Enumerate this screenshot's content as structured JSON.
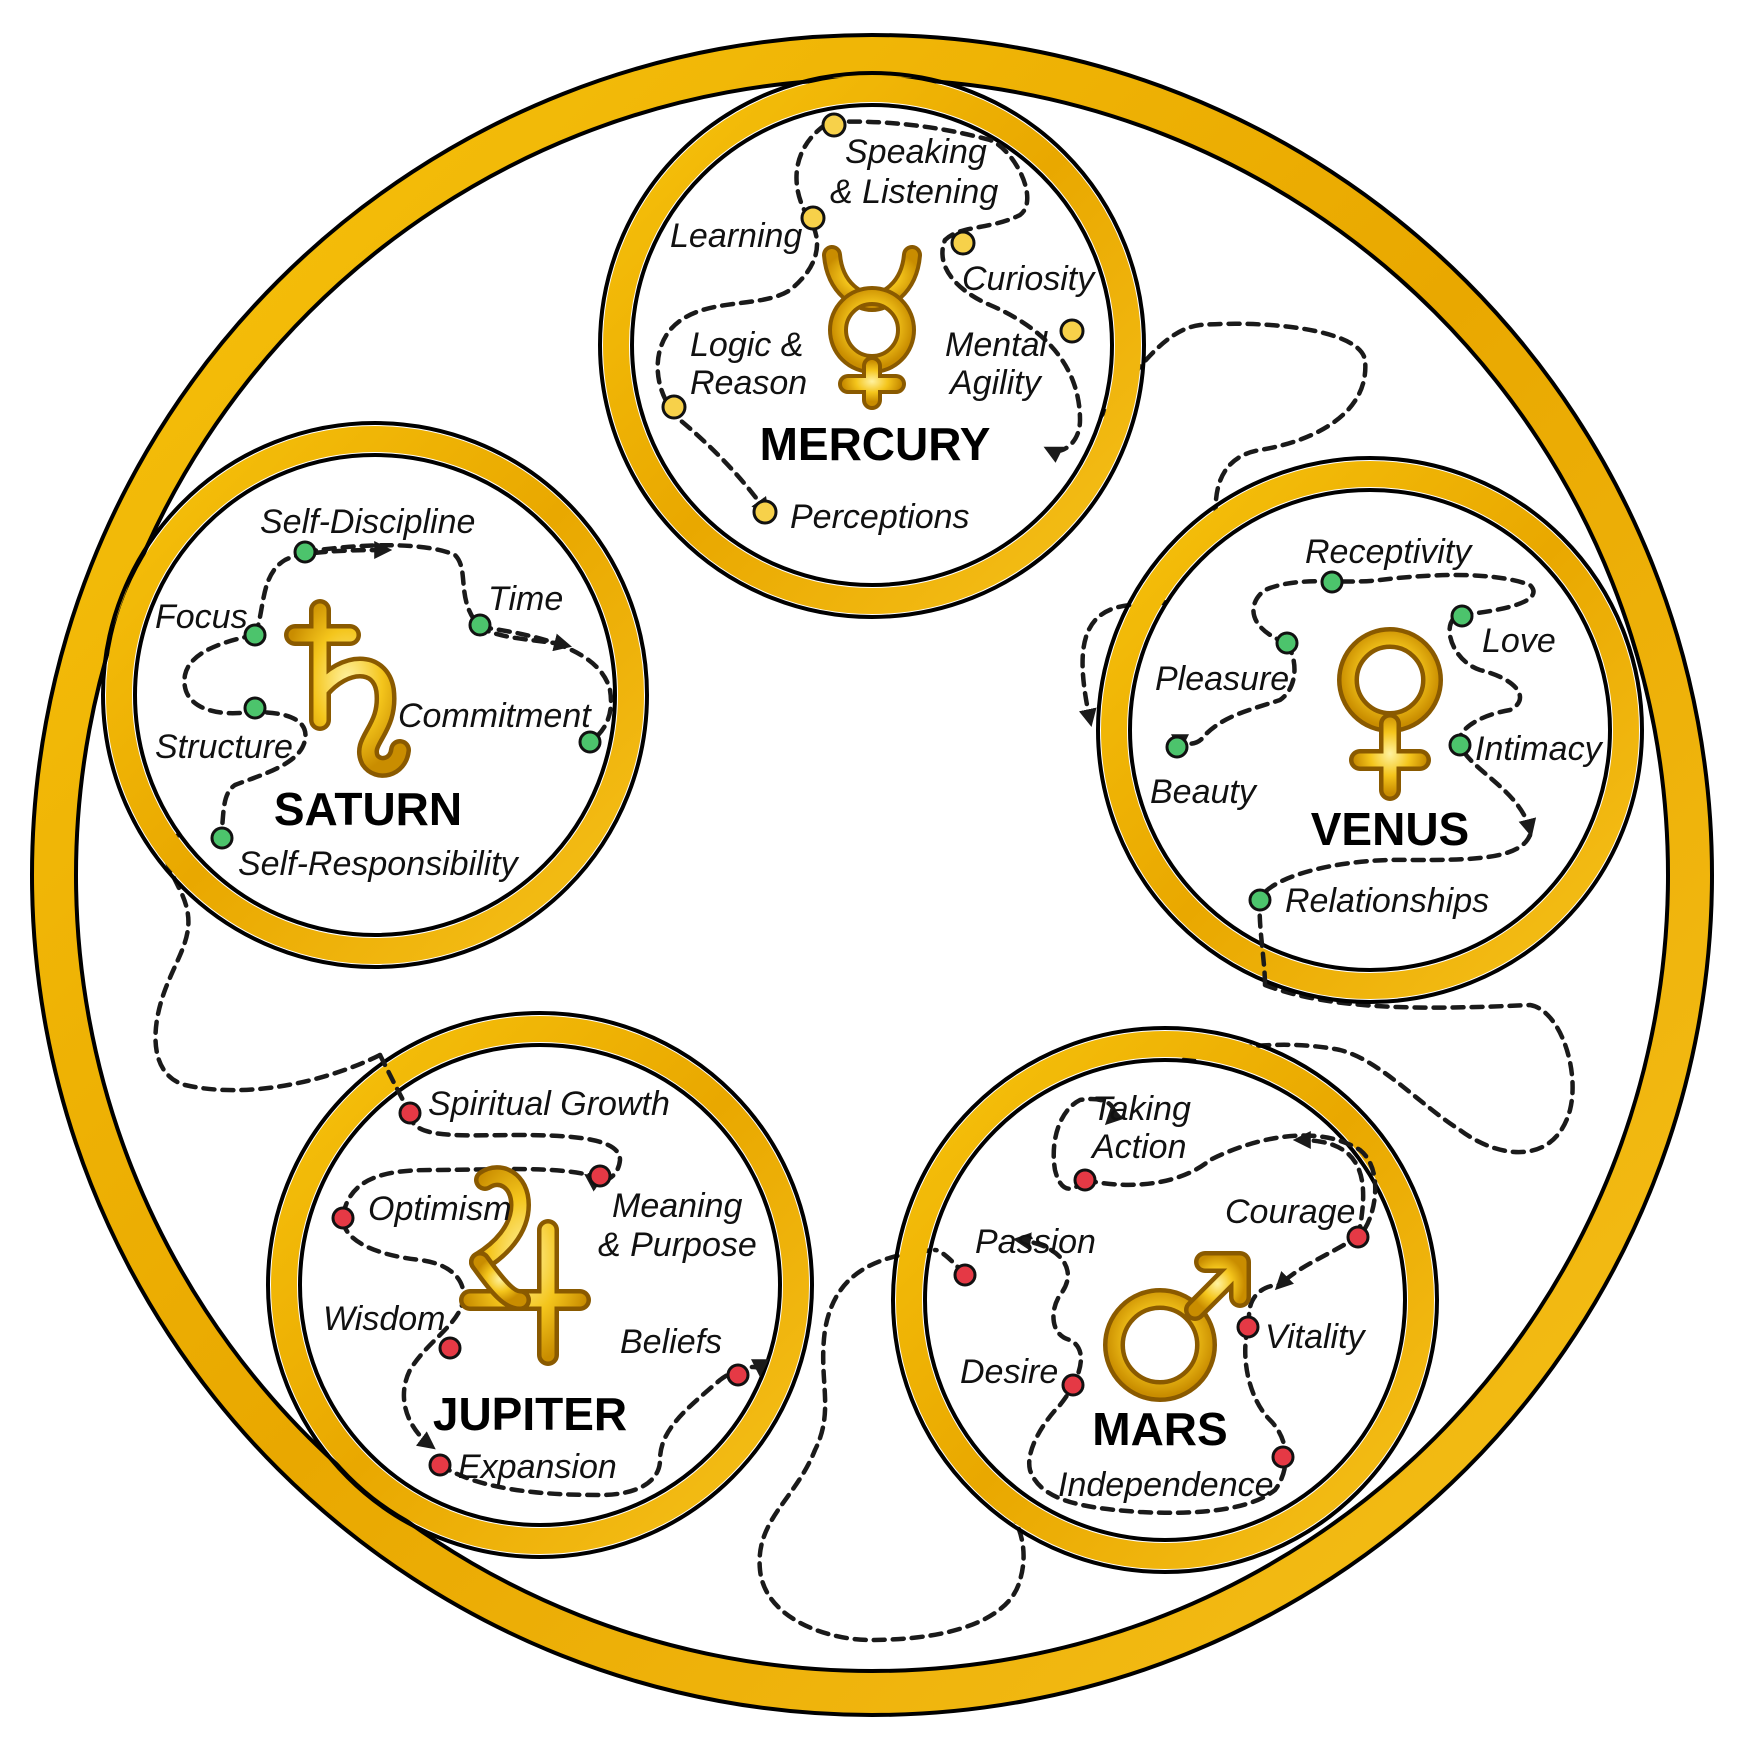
{
  "colors": {
    "gold": "#f2b705",
    "gold_dark": "#c98d00",
    "gold_light": "#fde36a",
    "mercury_dot": "#f7d14a",
    "green_dot": "#4cc46c",
    "red_dot": "#e53945",
    "ink": "#111111"
  },
  "planets": [
    {
      "id": "mercury",
      "name": "MERCURY",
      "symbol_icon": "mercury-symbol-icon",
      "traits": [
        "Speaking",
        "& Listening",
        "Learning",
        "Curiosity",
        "Logic &",
        "Reason",
        "Mental",
        "Agility",
        "Perceptions"
      ]
    },
    {
      "id": "venus",
      "name": "VENUS",
      "symbol_icon": "venus-symbol-icon",
      "traits": [
        "Receptivity",
        "Love",
        "Pleasure",
        "Intimacy",
        "Beauty",
        "Relationships"
      ]
    },
    {
      "id": "mars",
      "name": "MARS",
      "symbol_icon": "mars-symbol-icon",
      "traits": [
        "Taking",
        "Action",
        "Courage",
        "Passion",
        "Vitality",
        "Desire",
        "Independence"
      ]
    },
    {
      "id": "jupiter",
      "name": "JUPITER",
      "symbol_icon": "jupiter-symbol-icon",
      "traits": [
        "Spiritual Growth",
        "Optimism",
        "Meaning",
        "& Purpose",
        "Wisdom",
        "Beliefs",
        "Expansion"
      ]
    },
    {
      "id": "saturn",
      "name": "SATURN",
      "symbol_icon": "saturn-symbol-icon",
      "traits": [
        "Self-Discipline",
        "Focus",
        "Time",
        "Commitment",
        "Structure",
        "Self-Responsibility"
      ]
    }
  ]
}
